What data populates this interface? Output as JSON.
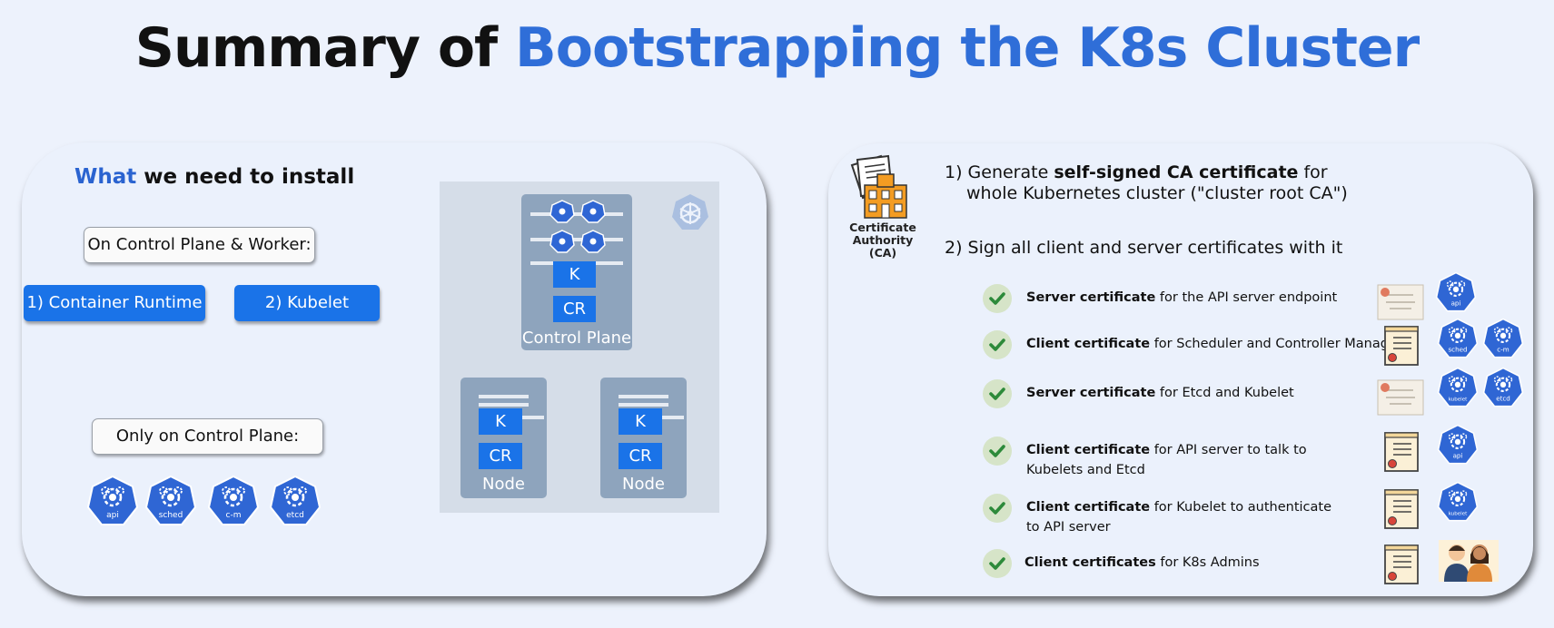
{
  "title": {
    "part1": "Summary of ",
    "part2": "Bootstrapping the K8s Cluster"
  },
  "left": {
    "subhead_highlight": "What",
    "subhead_rest": " we need to install",
    "control_plane_worker_label": "On Control Plane & Worker:",
    "container_runtime_label": "1) Container Runtime",
    "kubelet_label": "2) Kubelet",
    "only_control_plane_label": "Only on Control Plane:",
    "components": [
      "api",
      "sched",
      "c-m",
      "etcd"
    ]
  },
  "cluster": {
    "control_plane_label": "Control Plane",
    "node_label": "Node",
    "k_label": "K",
    "cr_label": "CR"
  },
  "right": {
    "ca_label_line1": "Certificate",
    "ca_label_line2": "Authority (CA)",
    "step1_prefix": "1) Generate ",
    "step1_bold": "self-signed CA certificate",
    "step1_suffix": " for",
    "step1_line2": "whole Kubernetes cluster (\"cluster root CA\")",
    "step2": "2) Sign all client and server certificates with it",
    "rows": [
      {
        "bold": "Server certificate",
        "text": " for the API server endpoint",
        "line2": "",
        "icons": [
          "api"
        ]
      },
      {
        "bold": "Client certificate",
        "text": " for Scheduler and Controller Manager",
        "line2": "",
        "icons": [
          "sched",
          "c-m"
        ]
      },
      {
        "bold": "Server certificate",
        "text": " for Etcd and Kubelet",
        "line2": "",
        "icons": [
          "kubelet",
          "etcd"
        ]
      },
      {
        "bold": "Client certificate",
        "text": " for API server to talk to",
        "line2": "Kubelets and Etcd",
        "icons": [
          "api"
        ]
      },
      {
        "bold": "Client certificate",
        "text": " for Kubelet to authenticate",
        "line2": "to API server",
        "icons": [
          "kubelet"
        ]
      },
      {
        "bold": "Client certificates",
        "text": " for K8s Admins",
        "line2": "",
        "icons": [
          "admins"
        ]
      }
    ]
  },
  "colors": {
    "accent": "#2f6ed8",
    "button": "#1a73e8",
    "hexagon": "#2f66d4",
    "node": "#8ea4bd"
  }
}
